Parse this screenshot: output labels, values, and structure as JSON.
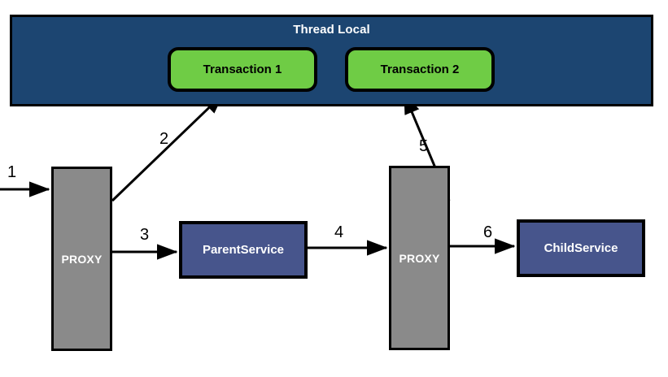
{
  "diagram": {
    "title": "Thread Local",
    "thread_local": {
      "label": "Thread Local",
      "background_color": "#1C4571",
      "border_color": "#000000",
      "title_color": "#FFFFFF",
      "transactions": [
        {
          "label": "Transaction 1",
          "color": "#6FCC45"
        },
        {
          "label": "Transaction 2",
          "color": "#6FCC45"
        }
      ]
    },
    "proxies": [
      {
        "label": "PROXY",
        "color": "#8A8A8A",
        "text_color": "#FFFFFF"
      },
      {
        "label": "PROXY",
        "color": "#8A8A8A",
        "text_color": "#FFFFFF"
      }
    ],
    "services": [
      {
        "label": "ParentService",
        "color": "#47558C",
        "text_color": "#FFFFFF"
      },
      {
        "label": "ChildService",
        "color": "#47558C",
        "text_color": "#FFFFFF"
      }
    ],
    "edges": [
      {
        "label": "1",
        "from": "external-entry",
        "to": "proxy-1"
      },
      {
        "label": "2",
        "from": "proxy-1",
        "to": "transaction-1"
      },
      {
        "label": "3",
        "from": "proxy-1",
        "to": "parent-service"
      },
      {
        "label": "4",
        "from": "parent-service",
        "to": "proxy-2"
      },
      {
        "label": "5",
        "from": "proxy-2",
        "to": "transaction-2"
      },
      {
        "label": "6",
        "from": "proxy-2",
        "to": "child-service"
      }
    ]
  }
}
